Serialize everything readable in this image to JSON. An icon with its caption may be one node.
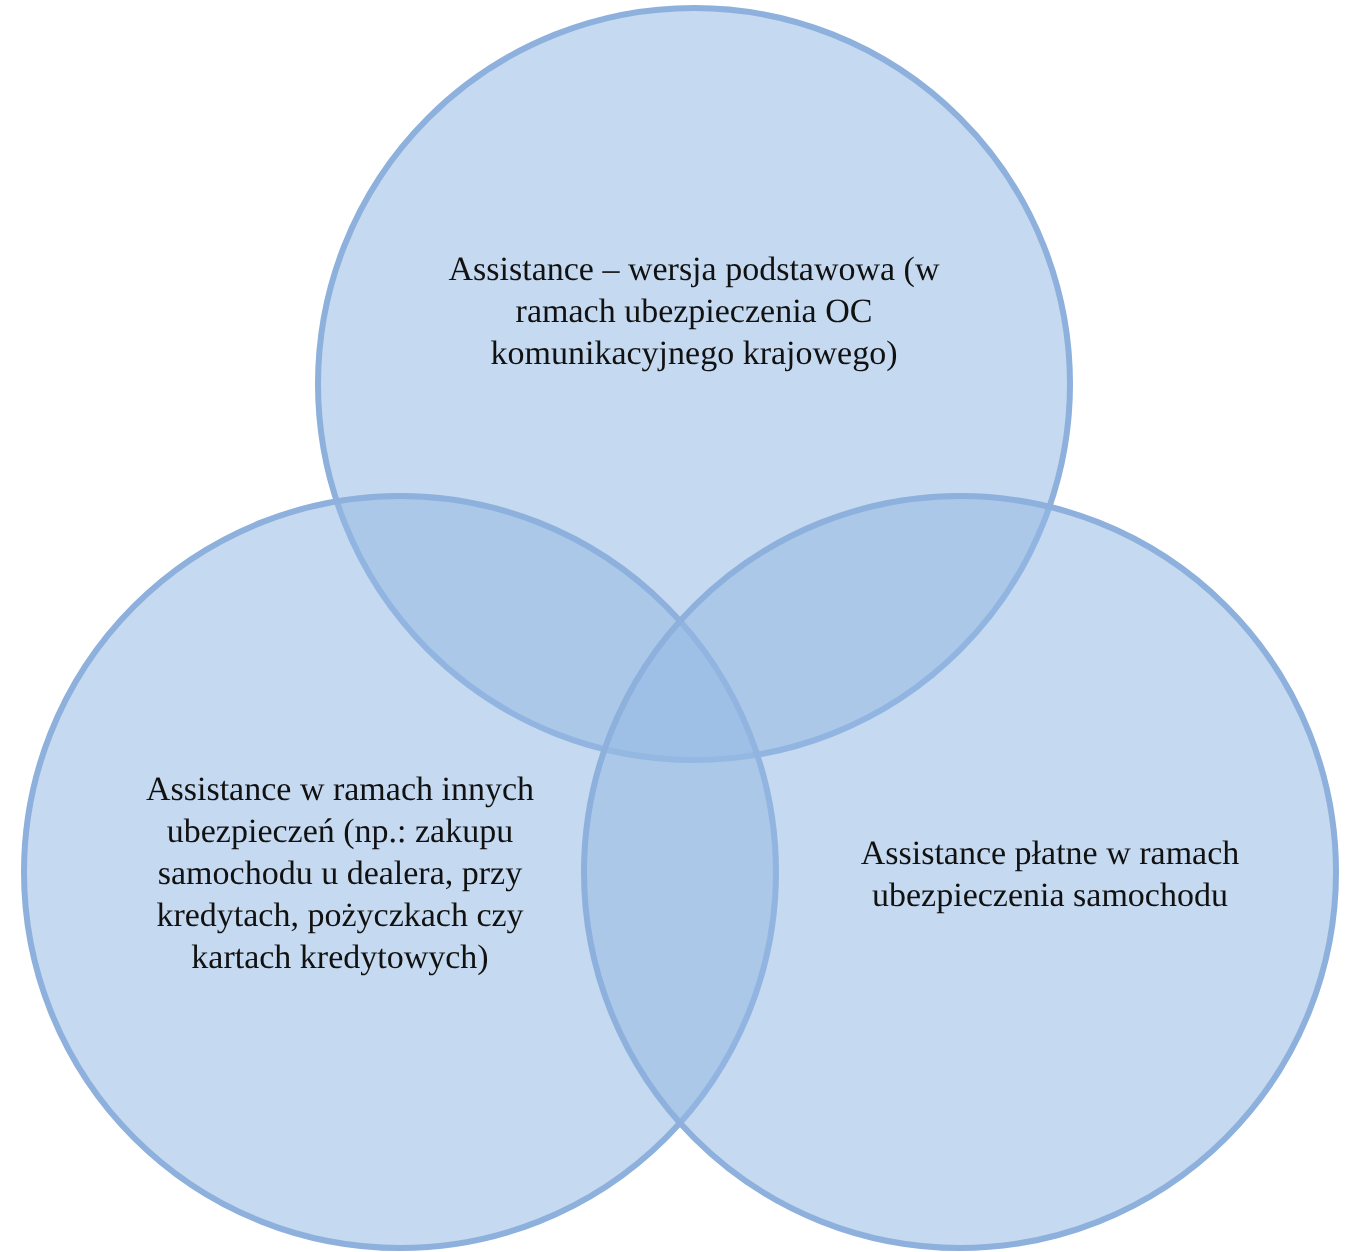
{
  "diagram": {
    "nodes": [
      {
        "text": [
          "Assistance – wersja podstawowa (w ramach ubezpieczenia OC komunikacyjnego krajowego)"
        ]
      },
      {
        "text": [
          "Assistance w ramach innych ubezpieczeń (np.: zakupu samochodu u dealera, przy kredytach, pożyczkach czy kartach kredytowych)"
        ]
      },
      {
        "text": [
          "Assistance płatne w ramach ubezpieczenia samochodu"
        ]
      }
    ]
  }
}
